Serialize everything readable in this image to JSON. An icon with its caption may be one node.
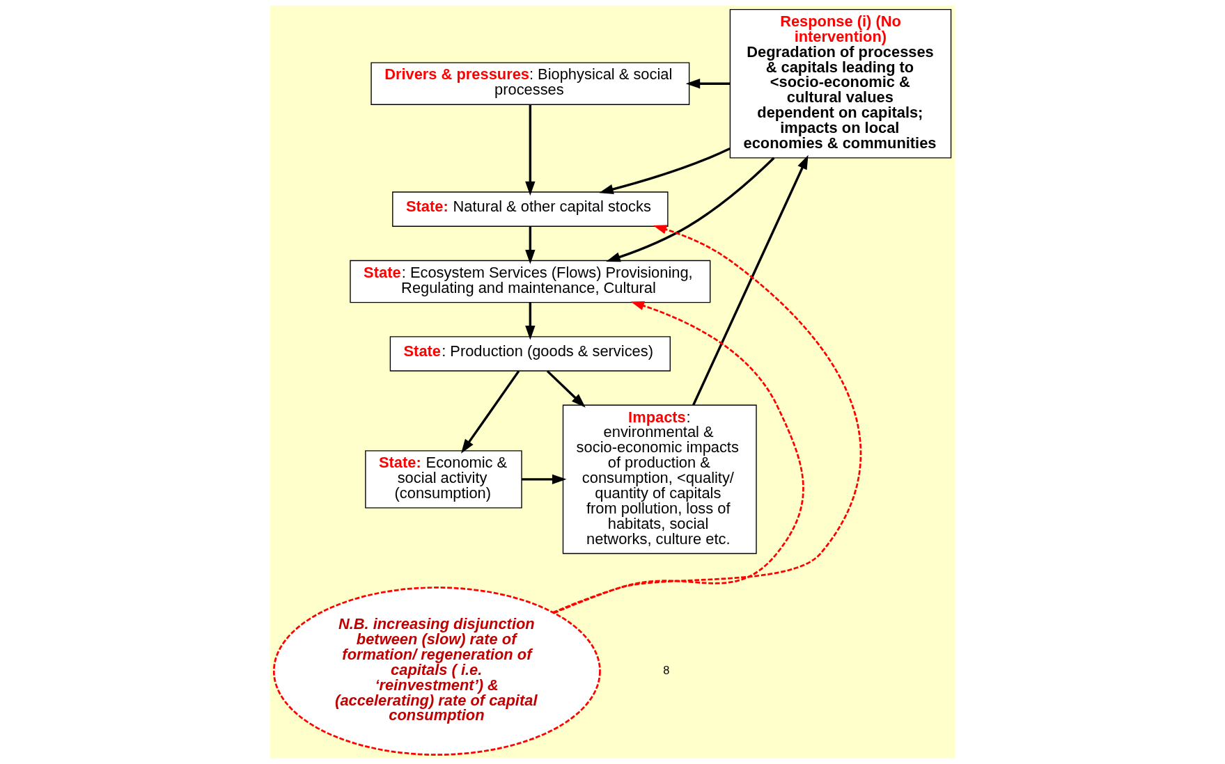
{
  "diagram": {
    "nodes": [
      {
        "text": [
          "**Drivers & pressures**: Biophysical & social processes"
        ]
      },
      {
        "text": [
          "**State:** Natural & other capital stocks"
        ]
      },
      {
        "text": [
          "**State**: Ecosystem Services (Flows) Provisioning, Regulating and maintenance, Cultural"
        ]
      },
      {
        "text": [
          "**State**: Production (goods & services)"
        ]
      },
      {
        "text": [
          "**State:** Economic & social activity (consumption)"
        ]
      },
      {
        "text": [
          "Response (i) (No intervention)",
          "Degradation of processes & capitals leading to <socio-economic & cultural values dependent on capitals; impacts on local economies & communities"
        ]
      },
      {
        "text": [
          "**Impacts**:",
          "environmental & socio-economic impacts of production & consumption, <quality/ quantity of capitals from pollution, loss of habitats, social networks, culture etc."
        ]
      },
      {
        "text": [
          "N.B. increasing disjunction between (slow) rate of formation/ regeneration of capitals ( i.e. ‘reinvestment’) & (accelerating) rate of capital consumption"
        ]
      }
    ],
    "edges": [
      {
        "from": 0,
        "to": 1,
        "arrow": "to"
      },
      {
        "from": 1,
        "to": 2,
        "arrow": "to"
      },
      {
        "from": 2,
        "to": 3,
        "arrow": "to"
      },
      {
        "from": 3,
        "to": 4,
        "arrow": "to"
      },
      {
        "from": 3,
        "to": 6,
        "arrow": "to"
      },
      {
        "from": 4,
        "to": 6,
        "arrow": "to"
      },
      {
        "from": 6,
        "to": 5,
        "arrow": "to"
      },
      {
        "from": 5,
        "to": 0,
        "arrow": "to"
      },
      {
        "from": 5,
        "to": 1,
        "arrow": "to"
      },
      {
        "from": 5,
        "to": 2,
        "arrow": "to"
      },
      {
        "from": 7,
        "to": 1,
        "arrow": "to",
        "style": "dashed",
        "color": "#ff0000"
      },
      {
        "from": 7,
        "to": 2,
        "arrow": "to",
        "style": "dashed",
        "color": "#ff0000"
      }
    ],
    "labels": [
      "8"
    ]
  }
}
